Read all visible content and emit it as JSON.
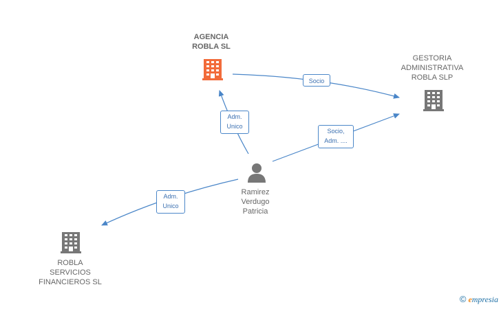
{
  "nodes": {
    "agencia": {
      "label": "AGENCIA\nROBLA SL",
      "color": "#f26b3a",
      "icon": "building-icon"
    },
    "gestoria": {
      "label": "GESTORIA\nADMINISTRATIVA\nROBLA SLP",
      "color": "#777777",
      "icon": "building-icon"
    },
    "robla_servicios": {
      "label": "ROBLA\nSERVICIOS\nFINANCIEROS SL",
      "color": "#777777",
      "icon": "building-icon"
    },
    "person": {
      "label": "Ramirez\nVerdugo\nPatricia",
      "color": "#777777",
      "icon": "person-icon"
    }
  },
  "edges": [
    {
      "id": "agencia-gestoria",
      "label": "Socio"
    },
    {
      "id": "person-agencia",
      "label": "Adm.\nUnico"
    },
    {
      "id": "person-gestoria",
      "label": "Socio,\nAdm. ...."
    },
    {
      "id": "person-robla",
      "label": "Adm.\nUnico"
    }
  ],
  "colors": {
    "edge": "#4a86c8"
  },
  "brand": {
    "copyright": "©",
    "initial": "e",
    "rest": "mpresia"
  }
}
